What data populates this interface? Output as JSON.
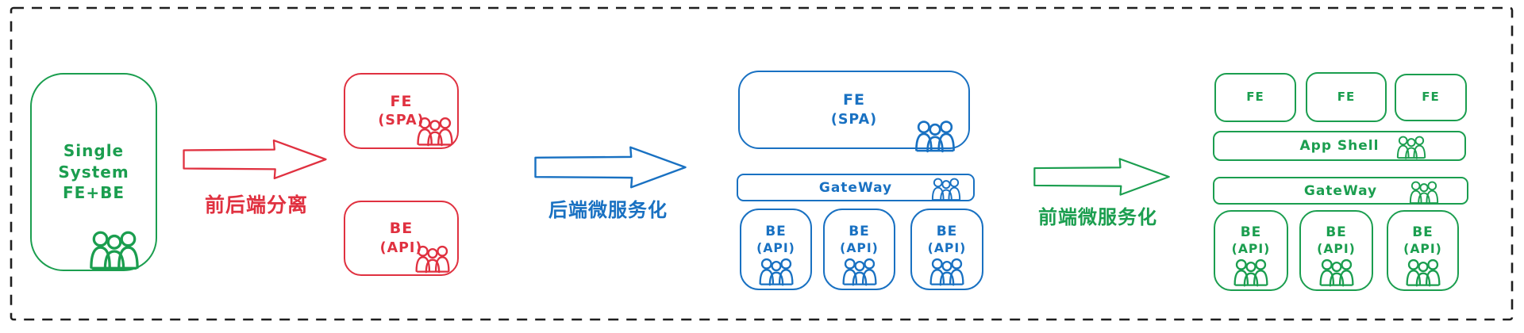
{
  "colors": {
    "green": "#1b9e4f",
    "red": "#e03140",
    "blue": "#1971c2",
    "frame": "#1e1e1e",
    "background": "#ffffff"
  },
  "stage1_monolith": {
    "title_line1": "Single System",
    "title_line2": "FE+BE"
  },
  "arrow1": {
    "label": "前后端分离"
  },
  "stage2_split": {
    "fe_box": {
      "line1": "FE",
      "line2": "(SPA)"
    },
    "be_box": {
      "line1": "BE",
      "line2": "(API)"
    }
  },
  "arrow2": {
    "label": "后端微服务化"
  },
  "stage3_backend_microservices": {
    "fe_box": {
      "line1": "FE",
      "line2": "(SPA)"
    },
    "gateway_label": "GateWay",
    "be_boxes": [
      {
        "line1": "BE",
        "line2": "(API)"
      },
      {
        "line1": "BE",
        "line2": "(API)"
      },
      {
        "line1": "BE",
        "line2": "(API)"
      }
    ]
  },
  "arrow3": {
    "label": "前端微服务化"
  },
  "stage4_frontend_microservices": {
    "fe_boxes": [
      {
        "label": "FE"
      },
      {
        "label": "FE"
      },
      {
        "label": "FE"
      }
    ],
    "app_shell_label": "App Shell",
    "gateway_label": "GateWay",
    "be_boxes": [
      {
        "line1": "BE",
        "line2": "(API)"
      },
      {
        "line1": "BE",
        "line2": "(API)"
      },
      {
        "line1": "BE",
        "line2": "(API)"
      }
    ]
  }
}
